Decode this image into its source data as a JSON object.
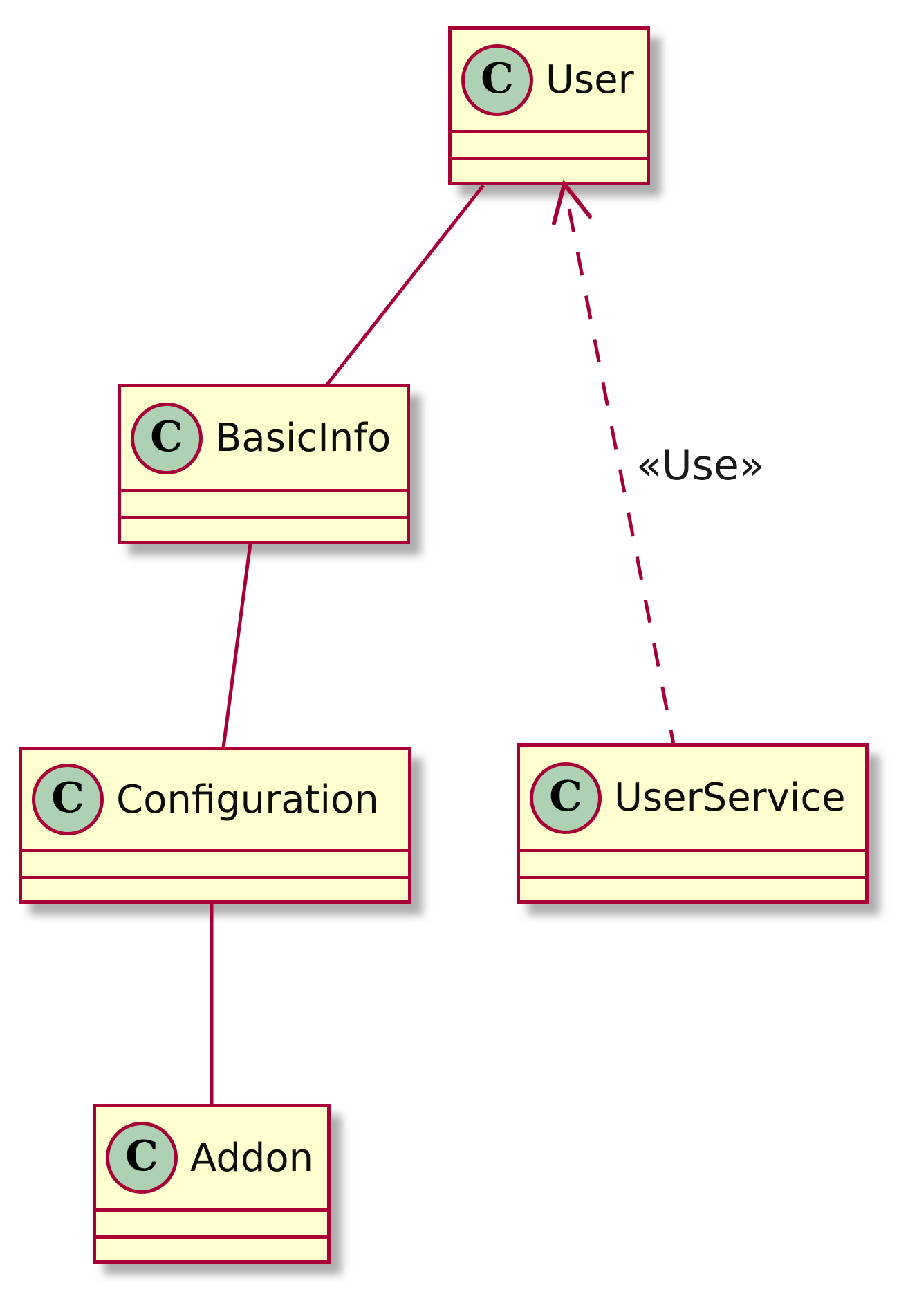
{
  "diagram": {
    "type": "uml_class_diagram",
    "classes": [
      {
        "name": "User",
        "badge": "C"
      },
      {
        "name": "BasicInfo",
        "badge": "C"
      },
      {
        "name": "Configuration",
        "badge": "C"
      },
      {
        "name": "UserService",
        "badge": "C"
      },
      {
        "name": "Addon",
        "badge": "C"
      }
    ],
    "relations": [
      {
        "from": "BasicInfo",
        "to": "User",
        "line": "solid"
      },
      {
        "from": "Configuration",
        "to": "BasicInfo",
        "line": "solid"
      },
      {
        "from": "Addon",
        "to": "Configuration",
        "line": "solid"
      },
      {
        "from": "UserService",
        "to": "User",
        "line": "dashed",
        "arrow": "open",
        "label": "«Use»"
      }
    ],
    "colors": {
      "class_fill": "#FEFECE",
      "class_border": "#A80036",
      "badge_fill": "#ADD1B2",
      "badge_border": "#A80036",
      "name_text": "#0D0D0D",
      "label_text": "#1A1A1A",
      "background": "#FFFFFF"
    }
  }
}
